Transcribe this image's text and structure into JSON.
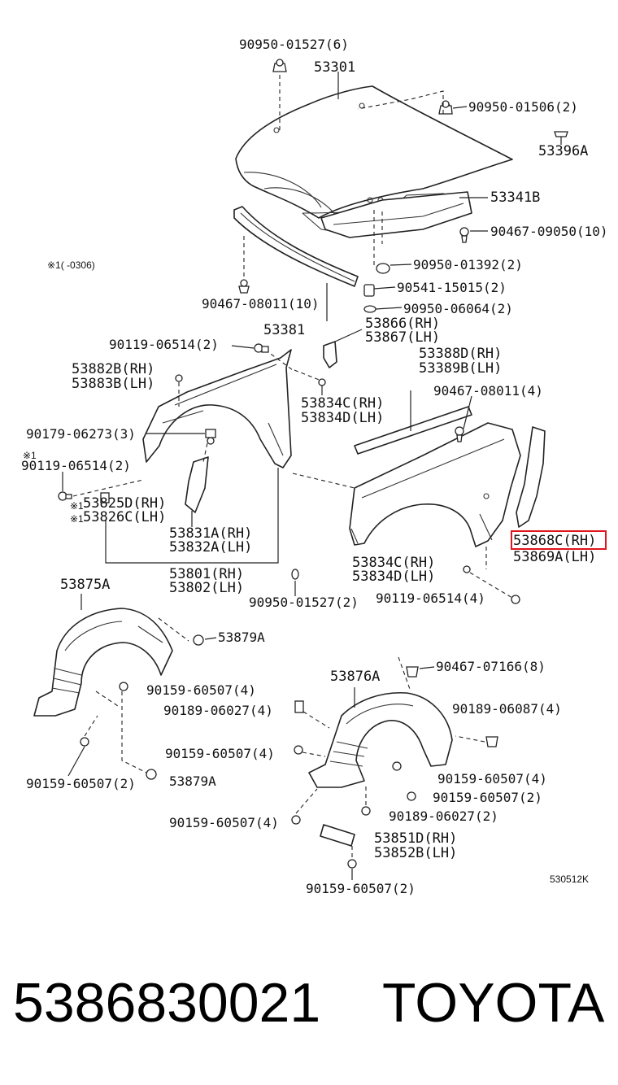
{
  "labels": {
    "p1": "90950-01527(6)",
    "p2": "53301",
    "p3": "90950-01506(2)",
    "p4": "53396A",
    "p5": "53341B",
    "p6": "90467-09050(10)",
    "p7": "90950-01392(2)",
    "p8": "90541-15015(2)",
    "p9": "90950-06064(2)",
    "p10": "53866(RH)",
    "p11": "53867(LH)",
    "p12": "90467-08011(10)",
    "p13": "53381",
    "p14": "90119-06514(2)",
    "p15": "53882B(RH)",
    "p16": "53883B(LH)",
    "p17": "53388D(RH)",
    "p18": "53389B(LH)",
    "p19": "90467-08011(4)",
    "p20": "53834C(RH)",
    "p21": "53834D(LH)",
    "p22": "90179-06273(3)",
    "p23": "90119-06514(2)",
    "p24": "53825D(RH)",
    "p25": "53826C(LH)",
    "p26": "53831A(RH)",
    "p27": "53832A(LH)",
    "p28": "53801(RH)",
    "p29": "53802(LH)",
    "p30": "90950-01527(2)",
    "p31": "53834C(RH)",
    "p32": "53834D(LH)",
    "p33": "90119-06514(4)",
    "p34": "53868C(RH)",
    "p35": "53869A(LH)",
    "p36": "53875A",
    "p37": "53879A",
    "p38": "90159-60507(4)",
    "p39": "90159-60507(2)",
    "p40": "53879A",
    "p41": "53876A",
    "p42": "90467-07166(8)",
    "p43": "90189-06027(4)",
    "p44": "90189-06087(4)",
    "p45": "90159-60507(4)",
    "p46": "90159-60507(4)",
    "p47": "90159-60507(2)",
    "p48": "90189-06027(2)",
    "p49": "90159-60507(4)",
    "p50": "53851D(RH)",
    "p51": "53852B(LH)",
    "p52": "90159-60507(2)"
  },
  "notes": {
    "date_range": "※1(    -0306)",
    "mark_a": "※1",
    "mark_b": "※1",
    "mark_c": "※1",
    "diagram_id": "530512K"
  },
  "footer": {
    "part_number": "5386830021",
    "brand": "TOYOTA"
  },
  "highlight_color": "#e0141b"
}
